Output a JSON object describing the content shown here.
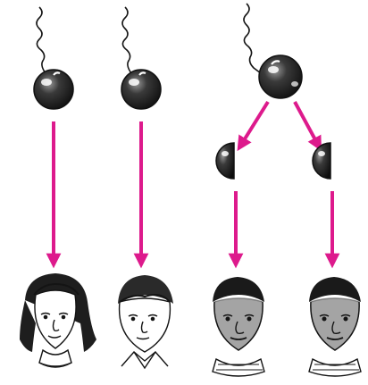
{
  "colors": {
    "arrow": "#dd1a8c",
    "ink": "#141414",
    "shade": "#5a5a5a",
    "highlight": "#ffffff",
    "background": "#ffffff"
  },
  "icons": {
    "sperm": "sperm-icon",
    "egg": "egg-icon",
    "half_embryo": "half-embryo-icon",
    "face": "face-icon",
    "arrow": "arrow-down-icon"
  },
  "panels": [
    {
      "id": "fraternal-girl",
      "outcome": "girl-portrait",
      "split": false
    },
    {
      "id": "fraternal-boy",
      "outcome": "boy-portrait",
      "split": false
    },
    {
      "id": "identical",
      "outcomes": [
        "identical-twin-left",
        "identical-twin-right"
      ],
      "split": true
    }
  ]
}
